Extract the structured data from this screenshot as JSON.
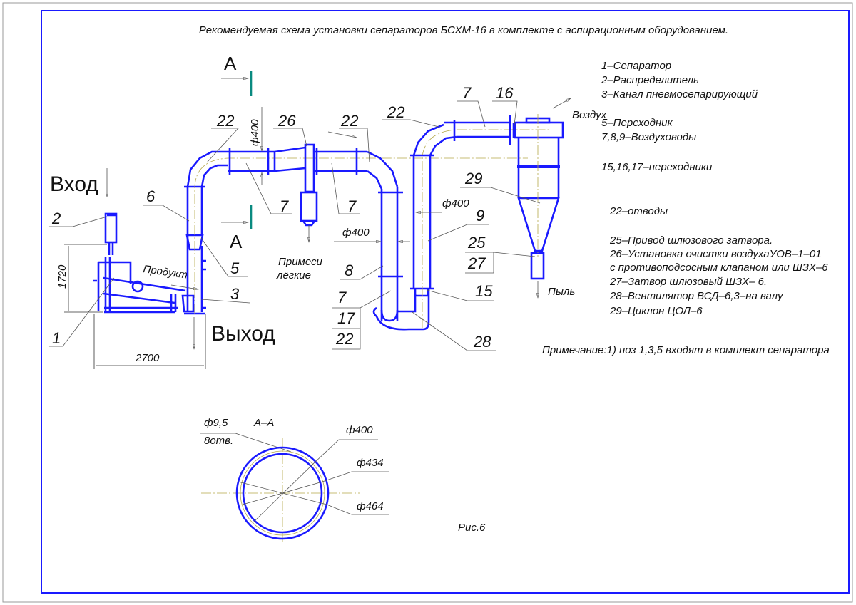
{
  "title": "Рекомендуемая схема установки сепараторов БСХМ-16 в комплекте с аспирационным оборудованием.",
  "legend": [
    "1–Сепаратор",
    "2–Распределитель",
    "3–Канал пневмосепарирующий",
    "5–Переходник",
    "7,8,9–Воздуховоды",
    "15,16,17–переходники",
    "22–отводы",
    "25–Привод шлюзового затвора.",
    "26–Установка очистки воздухаУОВ–1–01",
    " с противоподсосным клапаном или ШЗХ–6",
    "27–Затвор шлюзовый ШЗХ– 6.",
    "28–Вентилятор ВСД–6,3–на валу",
    "29–Циклон ЦОЛ–6"
  ],
  "note": "Примечание:1) поз 1,3,5 входят в комплект  сепаратора",
  "flow_labels": {
    "inlet": "Вход",
    "outlet": "Выход",
    "product": "Продукт",
    "impurities_1": "Примеси",
    "impurities_2": "лёгкие",
    "air": "Воздух",
    "dust": "Пыль"
  },
  "section": {
    "mark": "А",
    "title": "А–А",
    "hole_dia": "ф9,5",
    "hole_count": "8отв.",
    "d_inner": "ф400",
    "d_mid": "ф434",
    "d_outer": "ф464"
  },
  "dimensions": {
    "height": "1720",
    "width": "2700",
    "pipe_dia": "ф400"
  },
  "callouts": {
    "c1": "1",
    "c2": "2",
    "c3": "3",
    "c5": "5",
    "c6": "6",
    "c22a": "22",
    "c26": "26",
    "c22b": "22",
    "c22c": "22",
    "c7a": "7",
    "c7b": "7",
    "c7c": "7",
    "c16": "16",
    "c29": "29",
    "c9": "9",
    "c25": "25",
    "c27": "27",
    "c15": "15",
    "c28": "28",
    "c8": "8",
    "c7d": "7",
    "c17": "17",
    "c22d": "22"
  },
  "figure": "Рис.6"
}
